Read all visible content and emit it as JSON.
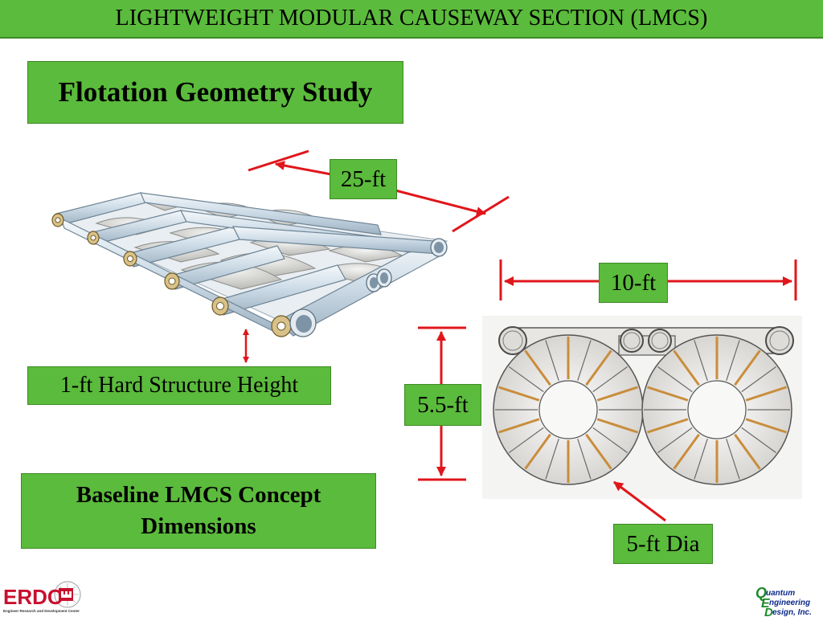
{
  "header": {
    "title": "LIGHTWEIGHT MODULAR CAUSEWAY SECTION (LMCS)"
  },
  "subtitle": "Flotation Geometry Study",
  "dimensions": {
    "length": "25-ft",
    "hard_structure_height": "1-ft Hard Structure Height",
    "width": "10-ft",
    "height": "5.5-ft",
    "diameter": "5-ft Dia"
  },
  "caption": "Baseline LMCS Concept Dimensions",
  "logos": {
    "erdc": "ERDC",
    "erdc_sub": "Engineer Research and Development Center",
    "qed_line1": "uantum",
    "qed_line2": "ngineering",
    "qed_line3": "esign, Inc.",
    "qed_q": "Q",
    "qed_e": "E",
    "qed_d": "D"
  },
  "colors": {
    "accent_green": "#5bbb3c",
    "arrow_red": "#e0161b",
    "qed_blue": "#0b2a8a",
    "qed_green": "#1d8a2a"
  }
}
